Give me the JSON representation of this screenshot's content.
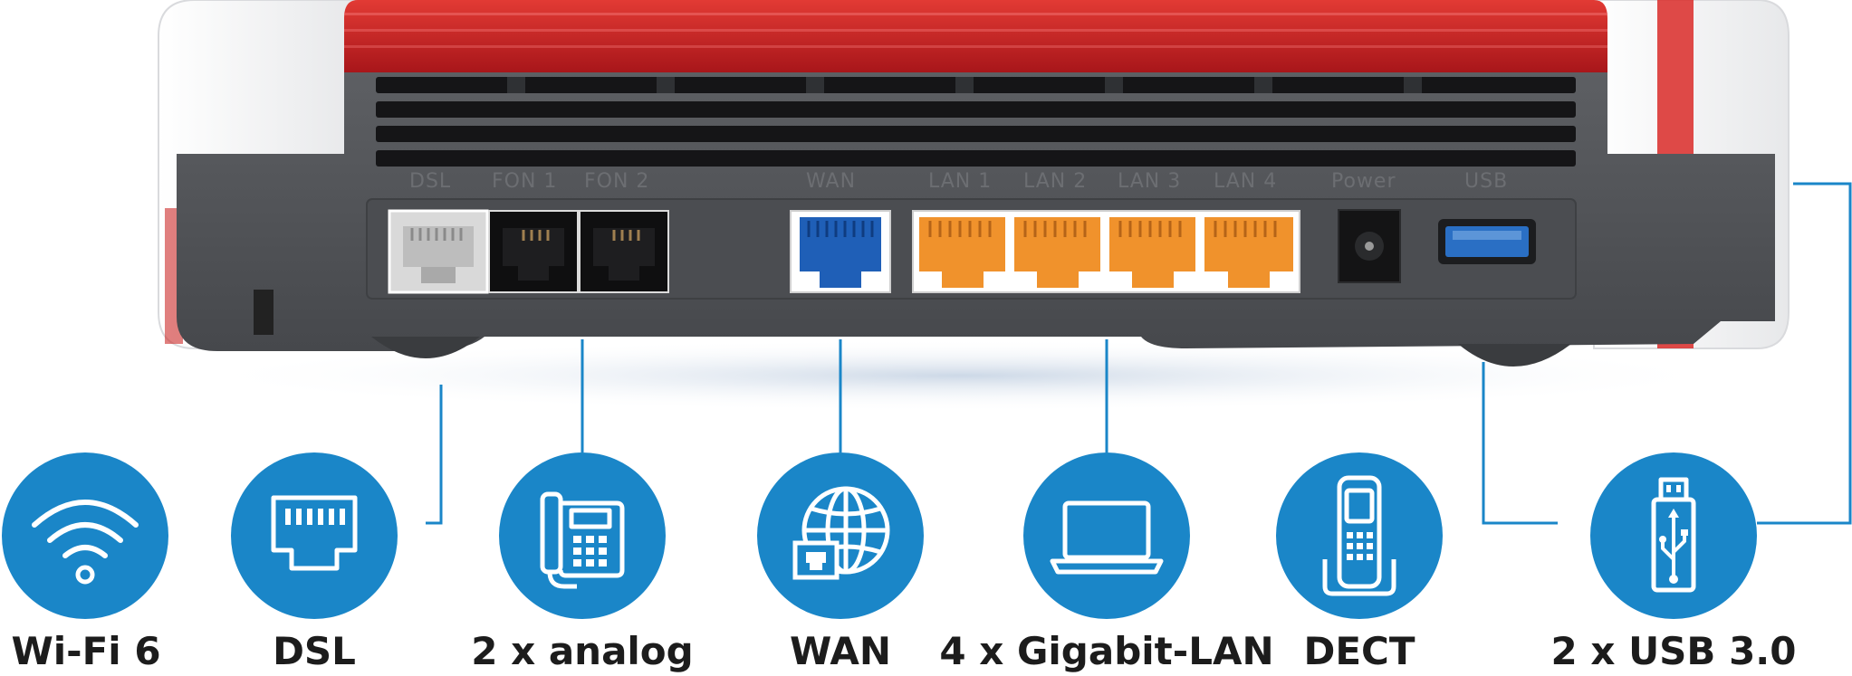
{
  "device": {
    "port_labels": {
      "dsl": "DSL",
      "fon1": "FON 1",
      "fon2": "FON 2",
      "wan": "WAN",
      "lan1": "LAN 1",
      "lan2": "LAN 2",
      "lan3": "LAN 3",
      "lan4": "LAN 4",
      "power": "Power",
      "usb": "USB"
    }
  },
  "features": [
    {
      "label": "Wi-Fi 6",
      "icon": "wifi-icon"
    },
    {
      "label": "DSL",
      "icon": "dsl-port-icon"
    },
    {
      "label": "2 x analog",
      "icon": "desk-phone-icon"
    },
    {
      "label": "WAN",
      "icon": "globe-network-icon"
    },
    {
      "label": "4 x Gigabit-LAN",
      "icon": "laptop-icon"
    },
    {
      "label": "DECT",
      "icon": "cordless-phone-icon"
    },
    {
      "label": "2 x USB 3.0",
      "icon": "usb-stick-icon"
    }
  ],
  "colors": {
    "accent_blue": "#1a86c8",
    "router_red": "#c8201e",
    "router_body": "#55575b",
    "lan_orange": "#f0922c",
    "wan_blue": "#1f5fb7",
    "usb_blue": "#2a6fc4"
  }
}
